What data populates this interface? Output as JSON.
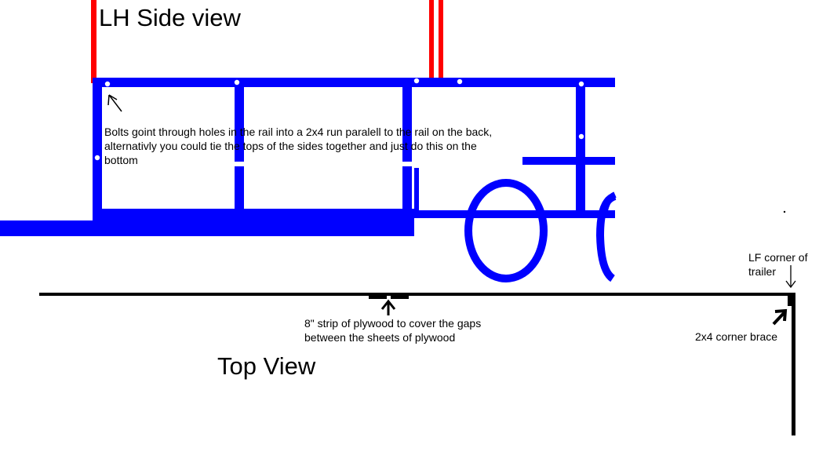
{
  "labels": {
    "side_view_title": "LH Side view",
    "top_view_title": "Top View",
    "bolts_note": "Bolts goint through holes in the rail into a 2x4 run paralell to the rail on the back, alternativly you could tie the tops of the sides together and just do this on the bottom",
    "plywood_strip_note": "8\" strip of plywood to cover the gaps\nbetween the sheets of plywood",
    "lf_corner_note": "LF corner of\ntrailer",
    "corner_brace_note": "2x4 corner brace"
  },
  "colors": {
    "frame": "#0000ff",
    "uprights": "#ff0000",
    "lines": "#000000",
    "bolt_holes": "#ffffff",
    "background": "#ffffff"
  }
}
